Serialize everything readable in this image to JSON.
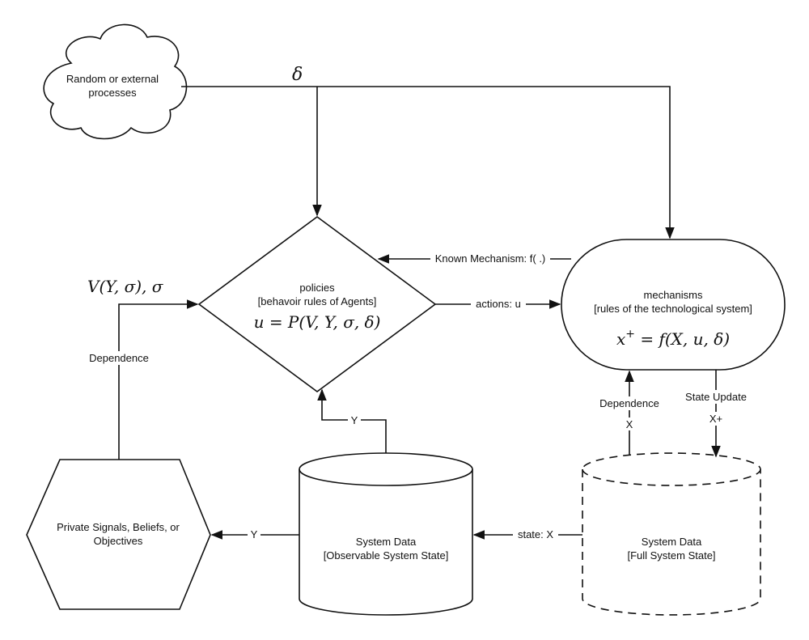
{
  "nodes": {
    "cloud": {
      "line1": "Random or external",
      "line2": "processes"
    },
    "policies": {
      "line1": "policies",
      "line2": "[behavoir rules of Agents]",
      "formula": "u = P(V, Y, σ, δ)"
    },
    "mechanisms": {
      "line1": "mechanisms",
      "line2": "[rules of the technological system]",
      "formula_main": "x",
      "formula_sup": "+",
      "formula_rest": " = f(X, u, δ)"
    },
    "private": {
      "line1": "Private Signals, Beliefs, or",
      "line2": "Objectives"
    },
    "observable_data": {
      "line1": "System Data",
      "line2": "[Observable System State]"
    },
    "full_data": {
      "line1": "System Data",
      "line2": "[Full System State]"
    }
  },
  "edges": {
    "delta": "δ",
    "known_mechanism": "Known Mechanism: f( .)",
    "actions": "actions: u",
    "v_sigma": "V(Y, σ), σ",
    "dependence_left": "Dependence",
    "y_to_policies": "Y",
    "dependence_right": "Dependence",
    "x_to_mechanisms": "X",
    "state_update": "State Update",
    "x_plus": "X+",
    "state_x": "state: X",
    "y_to_private": "Y"
  }
}
